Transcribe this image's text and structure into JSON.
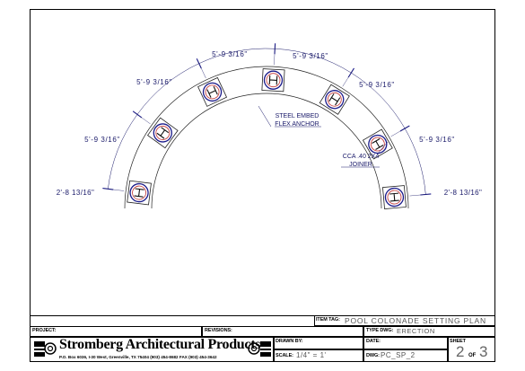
{
  "drawing": {
    "dimensions": [
      "5'-9 3/16\"",
      "5'-9 3/16\"",
      "5'-9 3/16\"",
      "5'-9 3/16\"",
      "5'-9 3/16\"",
      "5'-9 3/16\""
    ],
    "end_dimension_left": "2'-8 13/16\"",
    "end_dimension_right": "2'-8 13/16\"",
    "note_steel_line1": "STEEL EMBED",
    "note_steel_line2": "FLEX ANCHOR",
    "note_joiner_line1": "CCA .40 2X4",
    "note_joiner_line2": "JOINER"
  },
  "title_block": {
    "project_label": "PROJECT:",
    "revisions_label": "REVISIONS:",
    "item_tag_label": "ITEM TAG:",
    "item_tag_value": "POOL COLONADE SETTING PLAN",
    "type_dwg_label": "TYPE DWG:",
    "type_dwg_value": "ERECTION",
    "company_name": "Stromberg Architectural Products",
    "company_address": "P.O. Box 6036, I-30 West, Greenville, TX 75404  (903) 454-8682  FAX (903) 454-3642",
    "drawn_by_label": "DRAWN BY:",
    "scale_label": "SCALE:",
    "scale_value": "1/4\" = 1'",
    "date_label": "DATE:",
    "dwg_label": "DWG:",
    "dwg_value": "PC_SP_2",
    "sheet_label": "SHEET",
    "sheet_number": "2",
    "sheet_of": "OF",
    "sheet_total": "3"
  }
}
